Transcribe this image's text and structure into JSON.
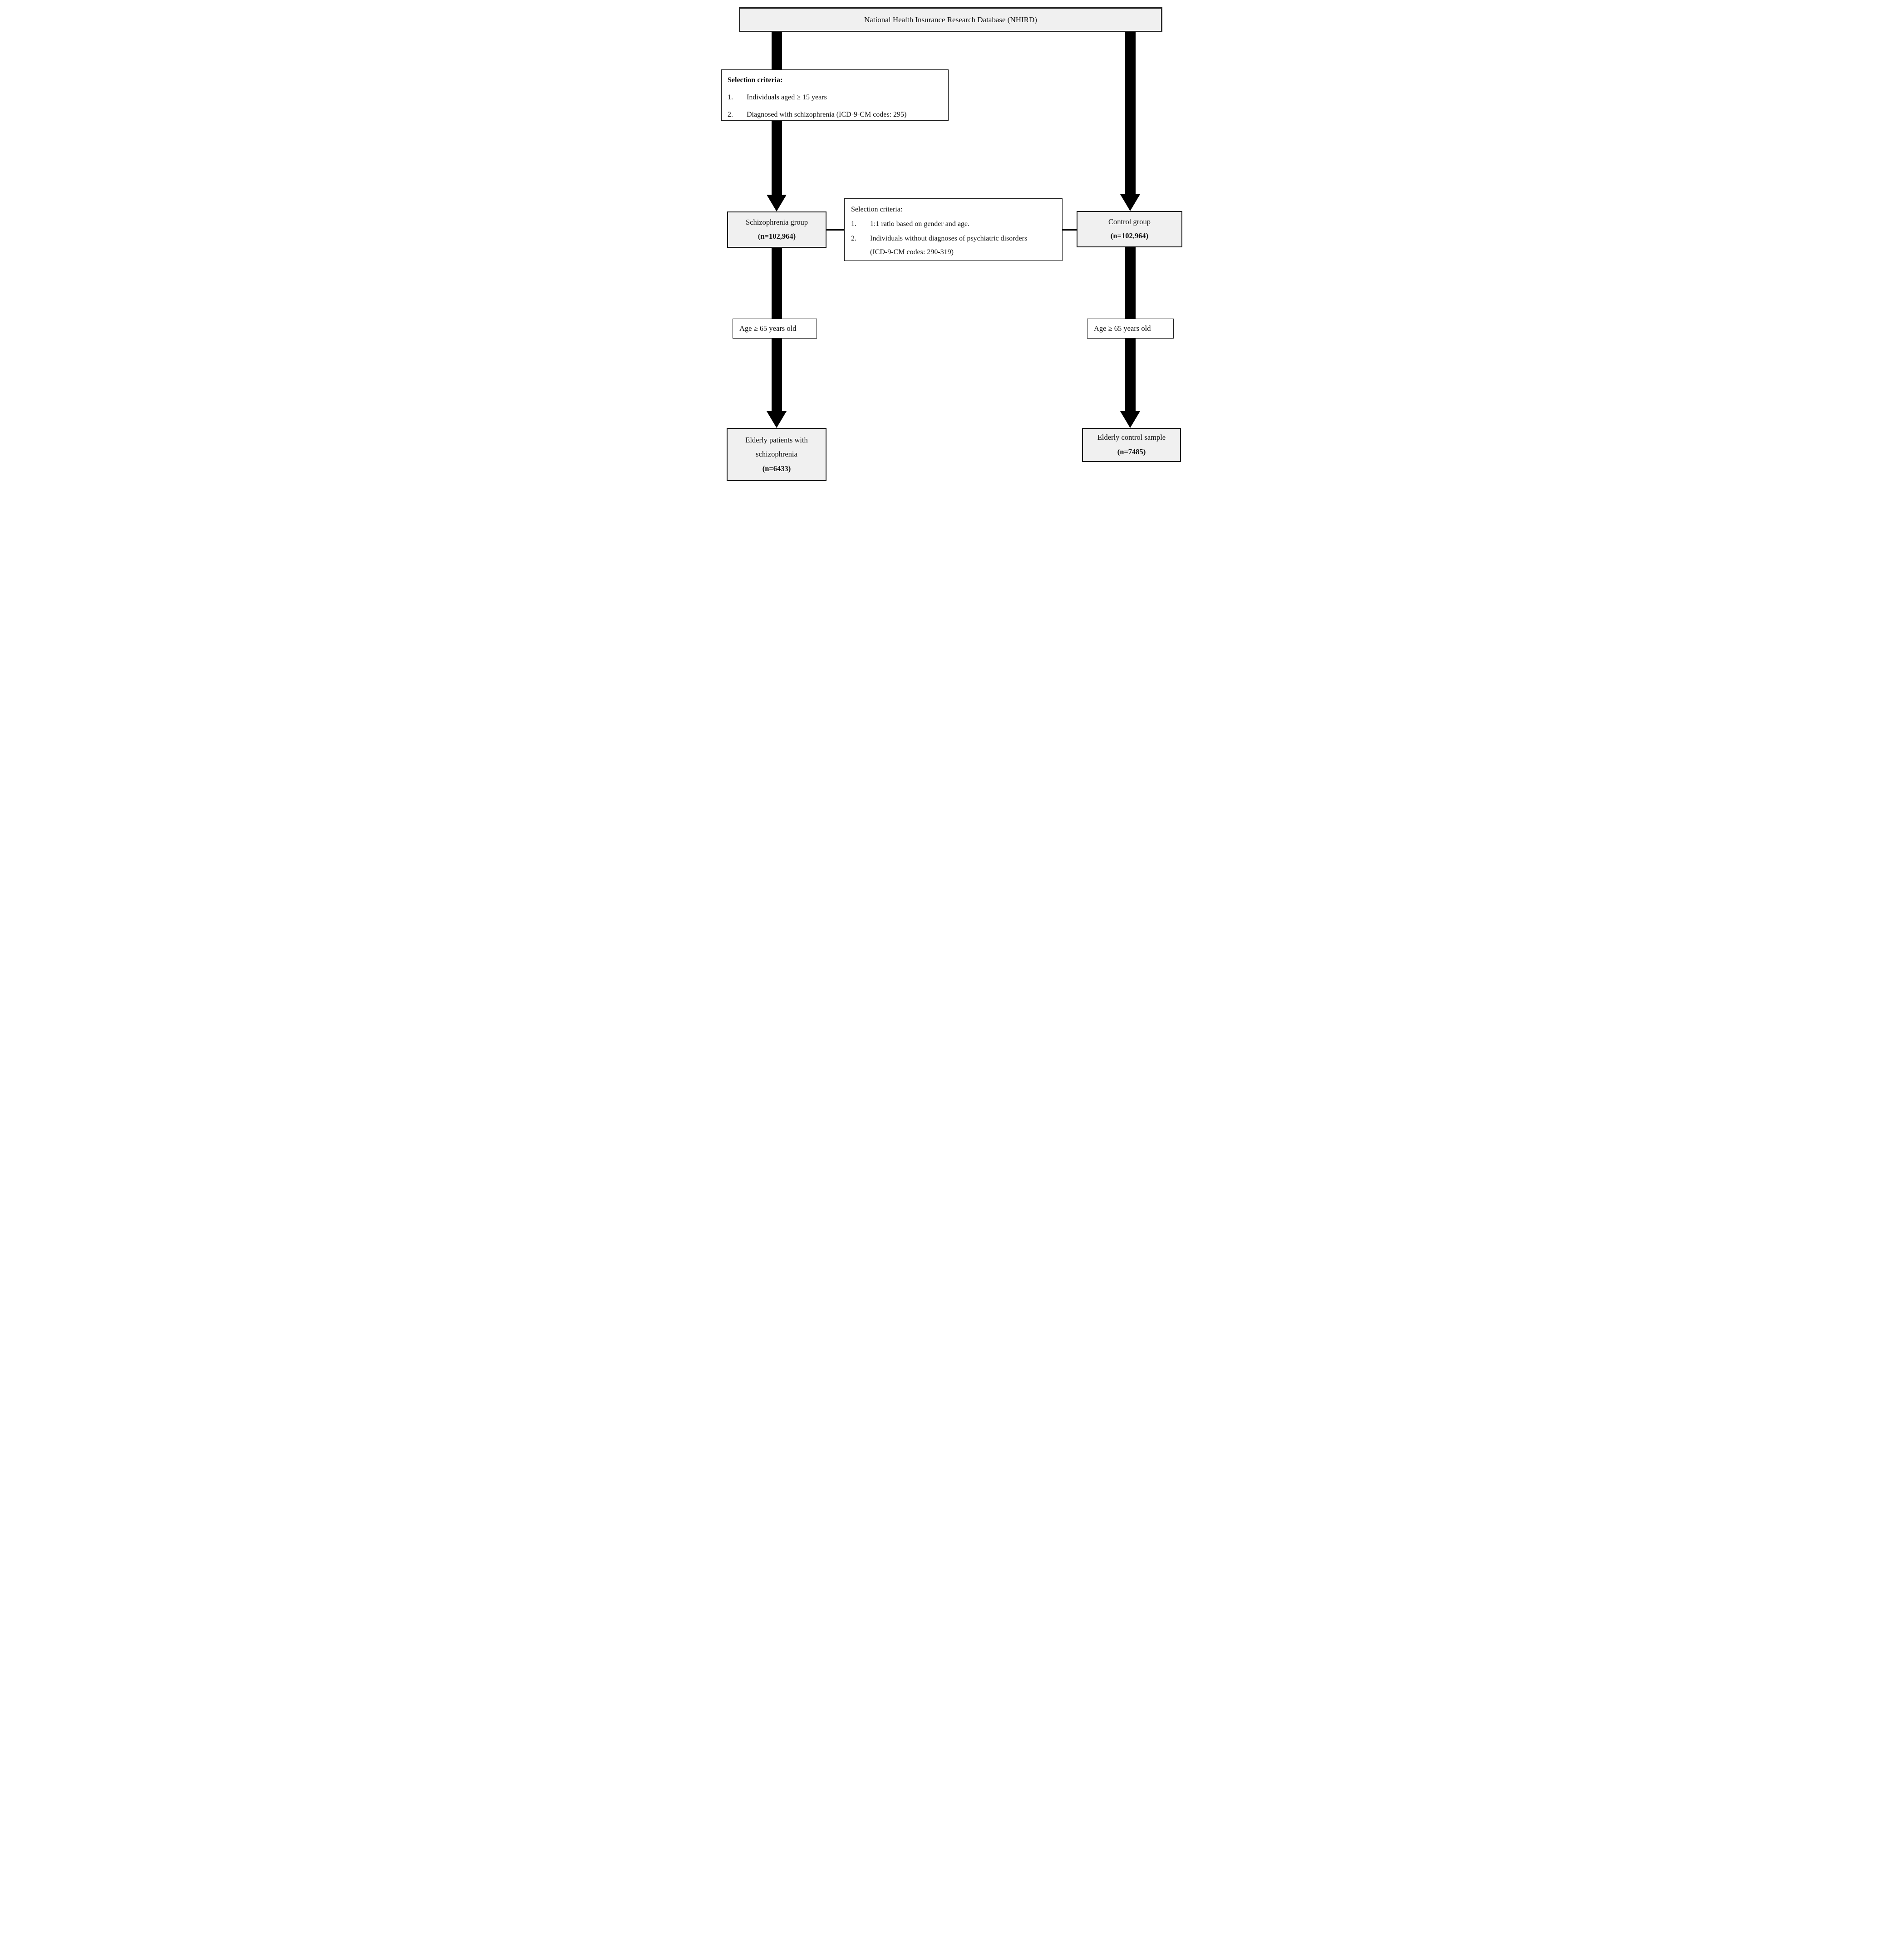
{
  "figure": {
    "type": "flowchart",
    "nhird_box": {
      "label": "National Health Insurance Research Database (NHIRD)"
    },
    "left_criteria_box": {
      "title": "Selection criteria:",
      "items": [
        {
          "num": "1.",
          "text": "Individuals aged ≥ 15 years"
        },
        {
          "num": "2.",
          "text": "Diagnosed with schizophrenia (ICD-9-CM codes: 295)"
        }
      ]
    },
    "schizophrenia_box": {
      "name": "Schizophrenia group",
      "count": "(n=102,964)"
    },
    "matching_criteria_box": {
      "title": "Selection criteria:",
      "items": [
        {
          "num": "1.",
          "text": "1:1 ratio based on gender and age."
        },
        {
          "num": "2.",
          "text": "Individuals without diagnoses of psychiatric disorders (ICD-9-CM codes: 290-319)"
        }
      ]
    },
    "control_box": {
      "name": "Control group",
      "count": "(n=102,964)"
    },
    "age_filter_left": {
      "label": "Age ≥ 65 years old"
    },
    "age_filter_right": {
      "label": "Age ≥ 65 years old"
    },
    "elderly_schizophrenia_box": {
      "line1": "Elderly patients with",
      "line2": "schizophrenia",
      "count": "(n=6433)"
    },
    "elderly_control_box": {
      "name": "Elderly control sample",
      "count": "(n=7485)"
    },
    "colors": {
      "box_fill": "#f0f0f0",
      "white_fill": "#ffffff",
      "border": "#1c1c1c",
      "arrow": "#000000"
    }
  }
}
